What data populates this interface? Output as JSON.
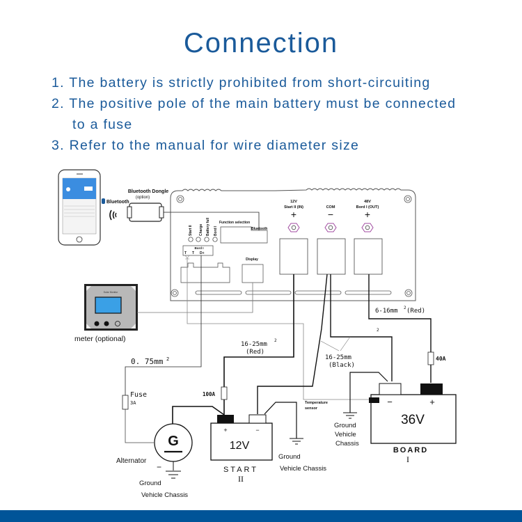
{
  "header": {
    "title": "Connection",
    "notes": [
      "1. The battery is strictly prohibited from short-circuiting",
      "2. The positive pole of the main battery must be connected",
      "to a fuse",
      "3. Refer to the manual for wire diameter size"
    ]
  },
  "colors": {
    "title_blue": "#1a5a9a",
    "footer_blue": "#005498",
    "phone_screen_blue": "#3b8de0",
    "meter_screen_blue": "#3aa0e6",
    "terminal_nut_purple": "#a04aa0"
  },
  "diagram": {
    "bluetooth_label": "Bluetooth",
    "dongle": {
      "title": "Bluetooth Dongle",
      "subtitle": "(option)"
    },
    "controller": {
      "indicators": [
        "Start II",
        "Charge",
        "Battery full",
        "Bord I"
      ],
      "function_selection": "Function selection",
      "bluetooth_port": "Bluetooth",
      "terminal_block": {
        "title": "Bord I",
        "pins": [
          "T",
          "T",
          "D+"
        ]
      },
      "display_port": "Display",
      "terminals": [
        {
          "voltage": "12V",
          "name": "Start II (IN)",
          "polarity": "+"
        },
        {
          "voltage": "",
          "name": "COM",
          "polarity": "−"
        },
        {
          "voltage": "48V",
          "name": "Bord I (OUT)",
          "polarity": "+"
        }
      ]
    },
    "meter": {
      "screen_title": "Solar Monitor",
      "label": "meter (optional)"
    },
    "wires": {
      "signal": "0. 75mm",
      "signal_sup": "2",
      "start_red": "16-25mm",
      "start_red_sup": "2",
      "start_red_color": "(Red)",
      "com_black": "16-25mm",
      "com_black_sup": "2",
      "com_black_color": "(Black)",
      "board_red": "6-16mm",
      "board_red_sup": "2",
      "board_red_color": "(Red)"
    },
    "fuses": {
      "signal_fuse_label": "Fuse",
      "signal_fuse_rating": "3A",
      "start_fuse": "100A",
      "board_fuse": "40A"
    },
    "temperature_sensor": [
      "Temperature",
      "sensor"
    ],
    "start_battery": {
      "voltage": "12V",
      "name": "START",
      "numeral": "II",
      "plus": "+",
      "minus": "−"
    },
    "board_battery": {
      "voltage": "36V",
      "name": "BOARD",
      "numeral": "I",
      "plus": "+",
      "minus": "−"
    },
    "alternator": {
      "symbol": "G",
      "label": "Alternator",
      "minus": "−"
    },
    "grounds": {
      "alternator": [
        "Ground",
        "Vehicle Chassis"
      ],
      "start": [
        "Ground",
        "Vehicle Chassis"
      ],
      "board": [
        "Ground",
        "Vehicle",
        "Chassis"
      ]
    }
  }
}
